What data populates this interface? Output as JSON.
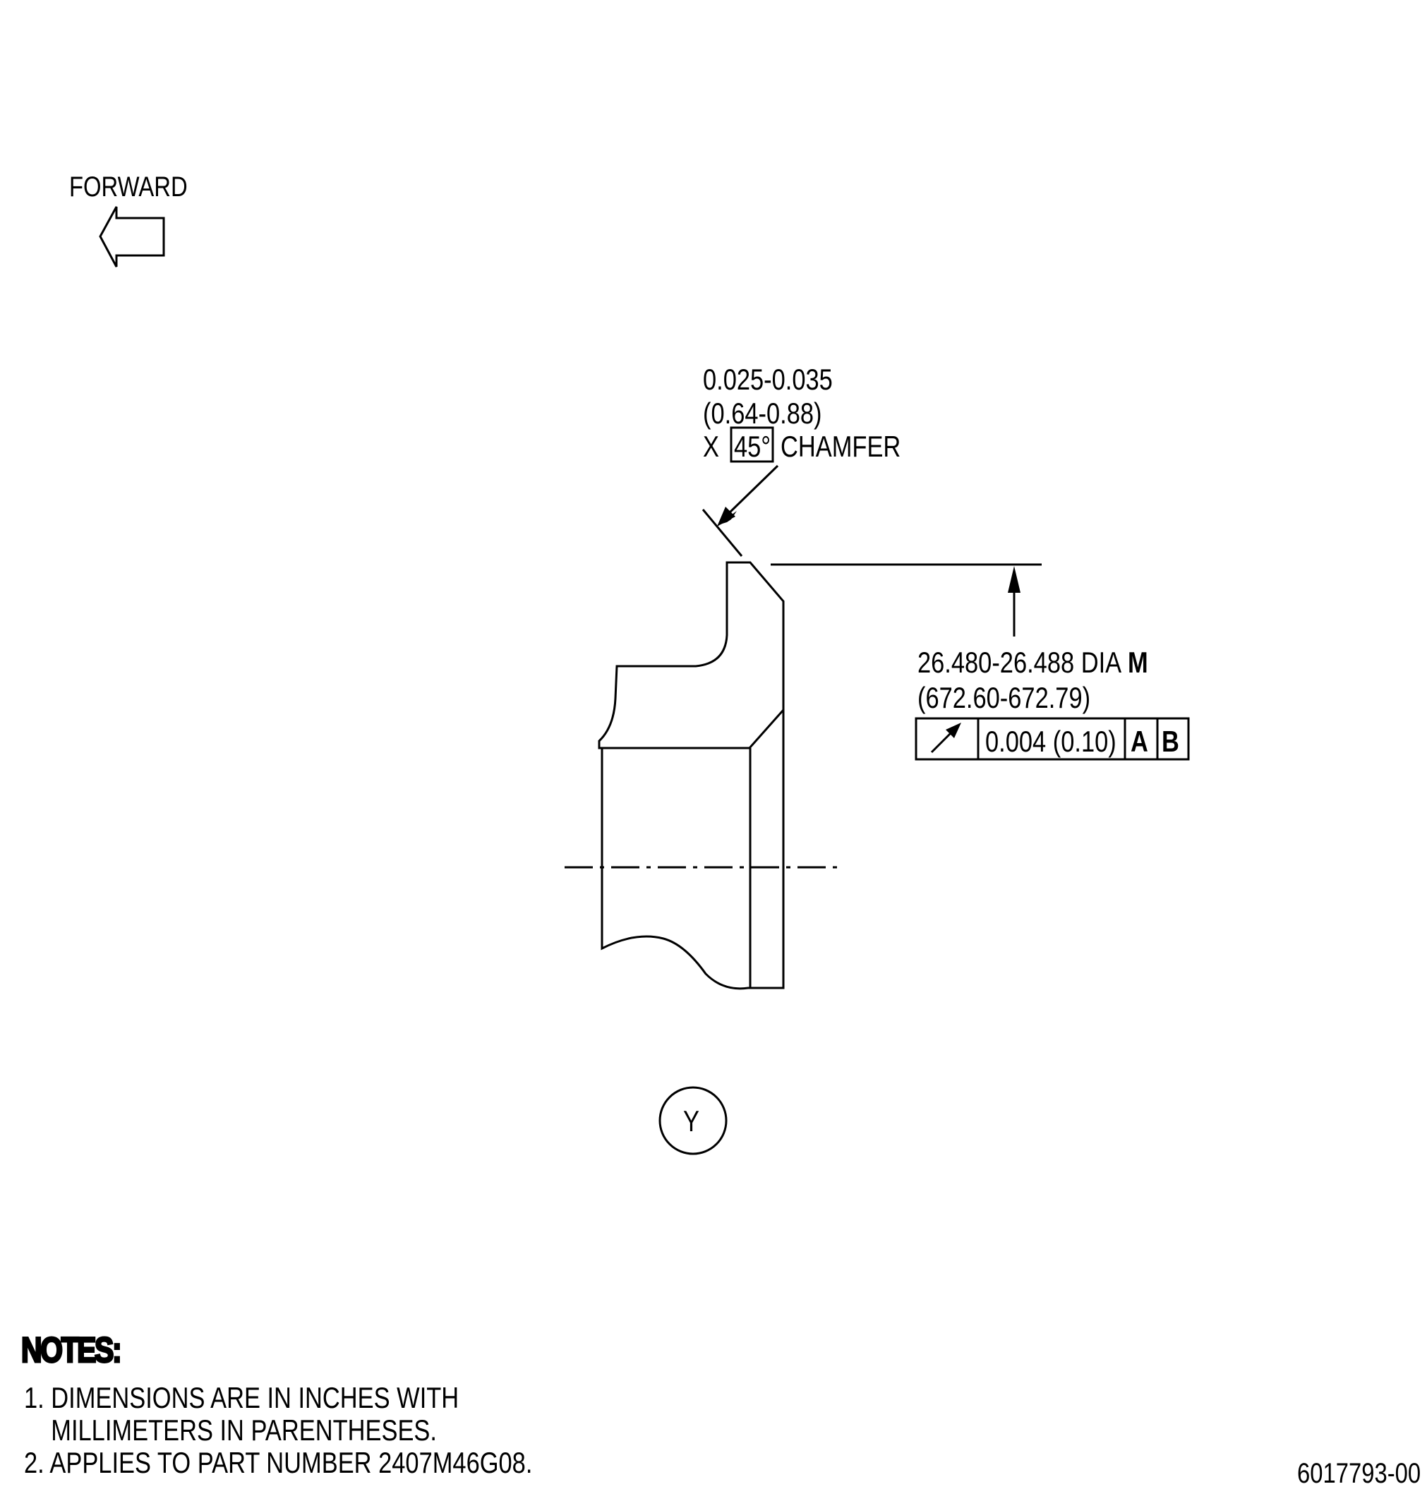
{
  "forward_label": "FORWARD",
  "chamfer": {
    "line1": "0.025-0.035",
    "line2": "(0.64-0.88)",
    "prefix": "X",
    "angle": "45°",
    "suffix": "CHAMFER"
  },
  "diameter": {
    "line1": "26.480-26.488 DIA",
    "modifier": "M",
    "line2": "(672.60-672.79)"
  },
  "control_frame": {
    "symbol": "runout-arrow-icon",
    "tolerance": "0.004 (0.10)",
    "datum_a": "A",
    "datum_b": "B"
  },
  "view_label": "Y",
  "notes": {
    "title": "NOTES:",
    "items": [
      "1. DIMENSIONS ARE IN INCHES WITH",
      "    MILLIMETERS IN PARENTHESES.",
      "2. APPLIES TO PART NUMBER 2407M46G08."
    ]
  },
  "drawing_number": "6017793-00"
}
